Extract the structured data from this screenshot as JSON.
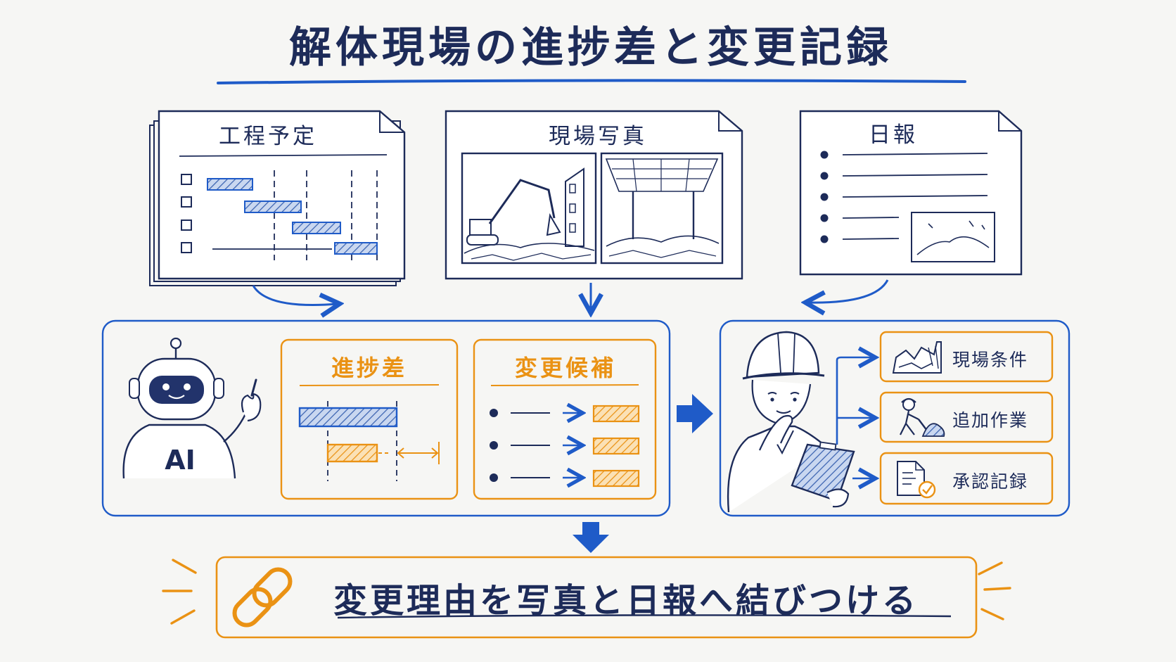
{
  "title": "解体現場の進捗差と変更記録",
  "inputs": {
    "schedule": {
      "title": "工程予定",
      "icon": "gantt-chart-icon"
    },
    "photos": {
      "title": "現場写真",
      "icon": "demolition-photo-icon"
    },
    "daily_report": {
      "title": "日報",
      "icon": "report-list-icon"
    }
  },
  "ai_panel": {
    "robot_label": "AI",
    "progress_box": {
      "title": "進捗差"
    },
    "change_box": {
      "title": "変更候補"
    }
  },
  "review_panel": {
    "cards": [
      {
        "label": "現場条件",
        "icon": "site-rubble-icon"
      },
      {
        "label": "追加作業",
        "icon": "worker-digging-icon"
      },
      {
        "label": "承認記録",
        "icon": "approved-document-icon"
      }
    ]
  },
  "banner": {
    "text": "変更理由を写真と日報へ結びつける",
    "icon": "chain-link-icon"
  },
  "colors": {
    "navy": "#1d2b59",
    "blue": "#1f5bc8",
    "orange": "#ea9214",
    "background": "#f6f6f4"
  }
}
